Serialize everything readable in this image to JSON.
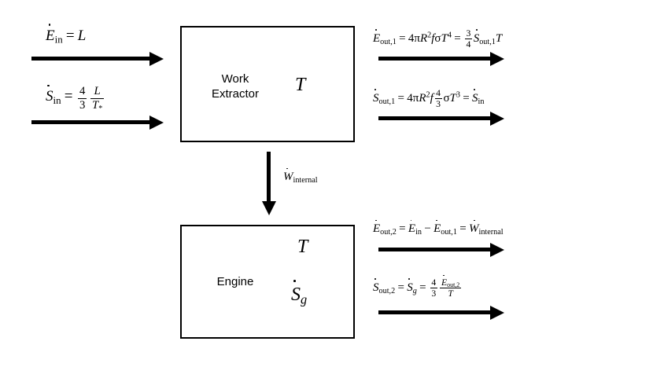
{
  "diagram": {
    "title": "Work extractor and engine energy/entropy flow diagram",
    "background_color": "#ffffff",
    "stroke_color": "#000000"
  },
  "boxes": [
    {
      "id": "work-extractor",
      "label": "Work\nExtractor",
      "state_symbol": "T"
    },
    {
      "id": "engine",
      "label": "Engine",
      "state_symbol": "T",
      "state_symbol_2": "S_g"
    }
  ],
  "inputs": [
    {
      "id": "energy-in",
      "equation_text": "Ė_in = L",
      "lhs": "E",
      "lhs_sub": "in",
      "rhs": "L"
    },
    {
      "id": "entropy-in",
      "equation_text": "Ṡ_in = 4/3 · L/T_*",
      "lhs": "S",
      "lhs_sub": "in",
      "frac_num": "4",
      "frac_den": "3",
      "ratio_num": "L",
      "ratio_den": "T_*"
    }
  ],
  "outputs_top": [
    {
      "id": "energy-out-1",
      "equation_text": "Ė_out,1 = 4πR²fσT⁴ = 3/4 Ṡ_out,1 T"
    },
    {
      "id": "entropy-out-1",
      "equation_text": "Ṡ_out,1 = 4πR²f 4/3 σT³ = Ṡ_in"
    }
  ],
  "outputs_bottom": [
    {
      "id": "energy-out-2",
      "equation_text": "Ė_out,2 = Ė_in − Ė_out,1 = Ẇ_internal"
    },
    {
      "id": "entropy-out-2",
      "equation_text": "Ṡ_out,2 = Ṡ_g = 4/3 · Ė_out,2 / T"
    }
  ],
  "connector": {
    "id": "internal-work",
    "equation_text": "Ẇ_internal",
    "symbol": "W",
    "subscript": "internal"
  },
  "labels": {
    "pi": "π",
    "sigma": "σ",
    "f": "f",
    "R": "R",
    "T": "T",
    "L": "L",
    "equals": "=",
    "minus": "−",
    "sub_in": "in",
    "sub_out1": "out,1",
    "sub_out2": "out,2",
    "sub_internal": "internal",
    "sub_g": "g",
    "sub_star": "*",
    "four": "4",
    "three": "3",
    "exp_four": "4",
    "exp_three": "3",
    "exp_two": "2"
  }
}
